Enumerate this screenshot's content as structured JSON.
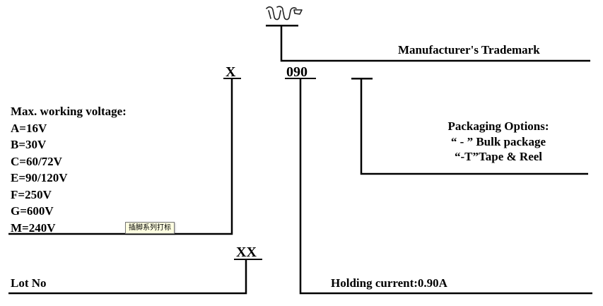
{
  "logo_name": "manufacturer-trademark-logo",
  "labels": {
    "trademark": "Manufacturer's Trademark",
    "lot_no": "Lot No",
    "holding_current": "Holding current:0.90A"
  },
  "codes": {
    "voltage_code": "X",
    "current_code": "090",
    "lot_code": "XX"
  },
  "voltage": {
    "title": "Max. working voltage:",
    "items": [
      "A=16V",
      "B=30V",
      "C=60/72V",
      "E=90/120V",
      "F=250V",
      "G=600V",
      "M=240V"
    ]
  },
  "packaging": {
    "title": "Packaging Options:",
    "options": [
      "“ - ” Bulk package",
      "“-T”Tape & Reel"
    ]
  },
  "tooltip": "插脚系列打标"
}
